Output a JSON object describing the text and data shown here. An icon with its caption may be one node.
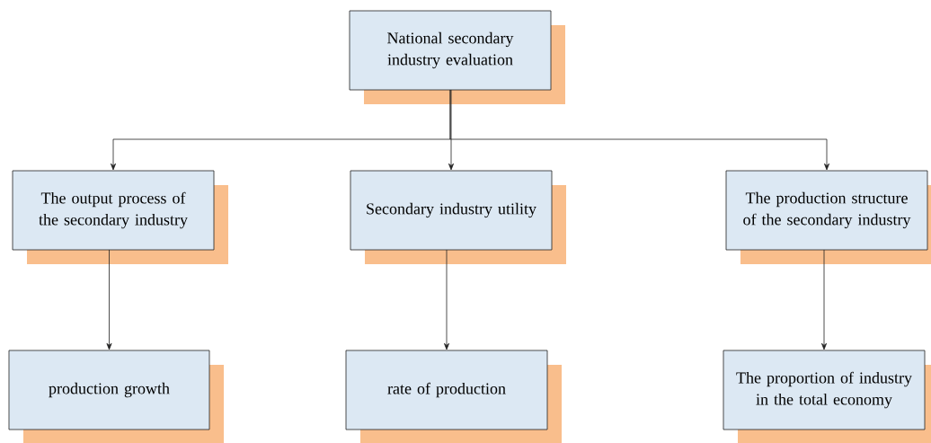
{
  "diagram": {
    "nodes": [
      {
        "text": [
          "National secondary industry evaluation"
        ]
      },
      {
        "text": [
          "The output process of the secondary industry"
        ]
      },
      {
        "text": [
          "Secondary industry utility"
        ]
      },
      {
        "text": [
          "The production structure of the secondary industry"
        ]
      },
      {
        "text": [
          "production growth"
        ]
      },
      {
        "text": [
          "rate of production"
        ]
      },
      {
        "text": [
          "The proportion of industry in the total economy"
        ]
      }
    ],
    "edges": [
      {
        "from": 0,
        "to": 1,
        "arrow": "to"
      },
      {
        "from": 0,
        "to": 2,
        "arrow": "to"
      },
      {
        "from": 0,
        "to": 3,
        "arrow": "to"
      },
      {
        "from": 1,
        "to": 4,
        "arrow": "to"
      },
      {
        "from": 2,
        "to": 5,
        "arrow": "to"
      },
      {
        "from": 3,
        "to": 6,
        "arrow": "to"
      }
    ]
  }
}
